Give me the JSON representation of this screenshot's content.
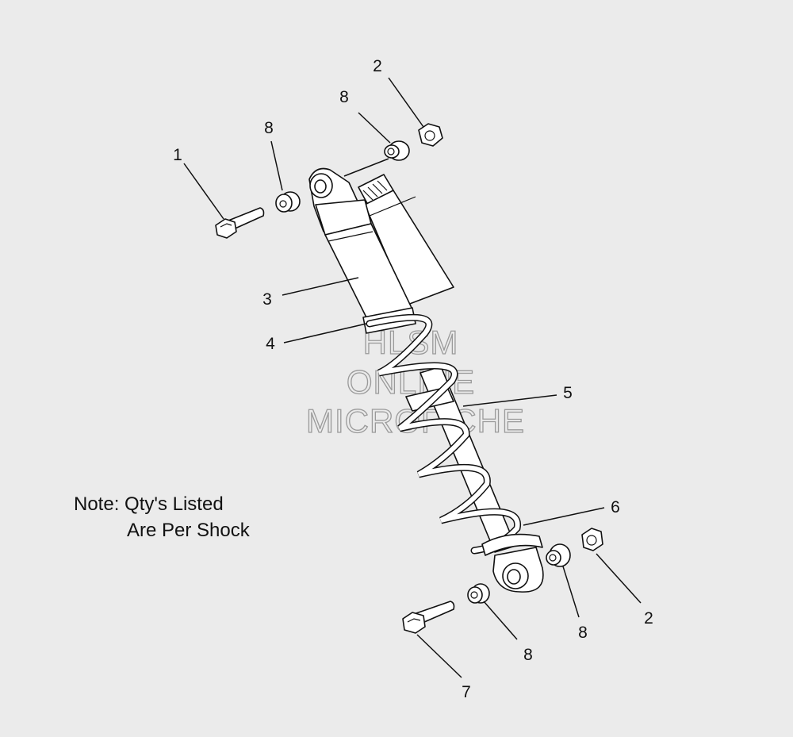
{
  "diagram": {
    "note": {
      "line1": "Note:  Qty's Listed",
      "line2": "Are Per Shock"
    },
    "watermark": {
      "line1": "HLSM",
      "line2": "ONLINE",
      "line3": "MICROFICHE"
    },
    "callouts": [
      {
        "id": "c1",
        "label": "1"
      },
      {
        "id": "c2a",
        "label": "2"
      },
      {
        "id": "c2b",
        "label": "2"
      },
      {
        "id": "c3",
        "label": "3"
      },
      {
        "id": "c4",
        "label": "4"
      },
      {
        "id": "c5",
        "label": "5"
      },
      {
        "id": "c6",
        "label": "6"
      },
      {
        "id": "c7",
        "label": "7"
      },
      {
        "id": "c8a",
        "label": "8"
      },
      {
        "id": "c8b",
        "label": "8"
      },
      {
        "id": "c8c",
        "label": "8"
      },
      {
        "id": "c8d",
        "label": "8"
      }
    ]
  }
}
